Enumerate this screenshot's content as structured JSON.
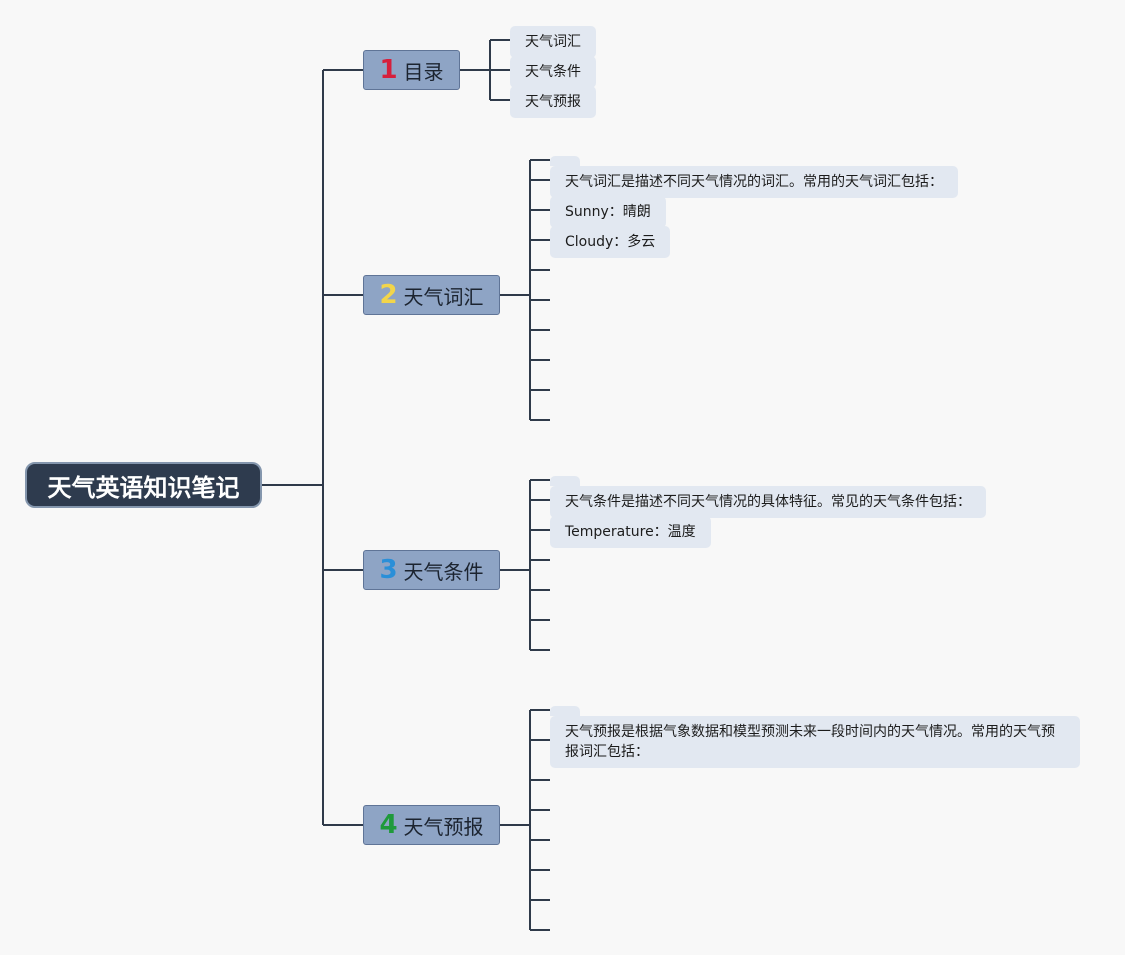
{
  "root": {
    "title": "天气英语知识笔记"
  },
  "colors": {
    "line": "#2f3a4a",
    "root_bg": "#2e3b4e",
    "branch_bg": "#8ea4c5",
    "leaf_bg": "#e2e8f1",
    "num_1": "#d61f3c",
    "num_2": "#f2d54a",
    "num_3": "#2a8fd8",
    "num_4": "#1f9a3b"
  },
  "branches": [
    {
      "number": "1",
      "title": "目录",
      "leaves": [
        "天气词汇",
        "天气条件",
        "天气预报"
      ]
    },
    {
      "number": "2",
      "title": "天气词汇",
      "leaves": [
        "天气词汇是描述不同天气情况的词汇。常用的天气词汇包括：",
        "Sunny：晴朗",
        "Cloudy：多云"
      ]
    },
    {
      "number": "3",
      "title": "天气条件",
      "leaves": [
        "天气条件是描述不同天气情况的具体特征。常见的天气条件包括：",
        "Temperature：温度"
      ]
    },
    {
      "number": "4",
      "title": "天气预报",
      "leaves": [
        "天气预报是根据气象数据和模型预测未来一段时间内的天气情况。常用的天气预报词汇包括："
      ]
    }
  ]
}
